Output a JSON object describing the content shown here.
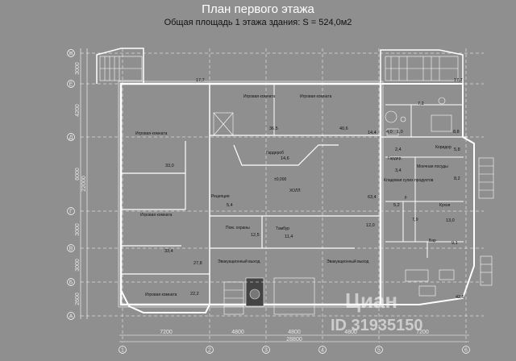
{
  "header": {
    "title": "План первого этажа",
    "subtitle": "Общая площадь  1 этажа здания: S = 524,0м2"
  },
  "axes": {
    "columns": [
      "1",
      "2",
      "3",
      "4",
      "5",
      "6"
    ],
    "rows": [
      "Ж",
      "Е",
      "Д",
      "Г",
      "В",
      "Б",
      "А"
    ]
  },
  "dimensions": {
    "bottom": [
      "7200",
      "4800",
      "4800",
      "4800",
      "7200"
    ],
    "bottom_total": "28800",
    "left": [
      "3000",
      "4200",
      "6000",
      "3000",
      "3000",
      "2600"
    ],
    "left_total": "22000"
  },
  "rooms": {
    "playroom_center1": "Игровая комната",
    "playroom_center2": "Игровая комната",
    "playroom_west1": "Игровая комната",
    "playroom_west2": "Игровая комната",
    "playroom_sw": "Игровая комната",
    "wardrobe": "Гардероб",
    "hall": "ХОЛЛ",
    "reception": "Рецепция",
    "security": "Пом. охраны",
    "vestibule": "Тамбур",
    "exit_left": "Эвакуационный выход",
    "exit_right": "Эвакуационный выход",
    "corridor": "Коридор",
    "dishwash": "Моечная посуды",
    "garderobe_small": "Гардер.",
    "dry_storage": "Кладовая сухих продуктов",
    "kitchen": "Кухня",
    "bar": "Бар",
    "level": "±0,000",
    "f_label": "F"
  },
  "areas": {
    "a17_7_left": "17,7",
    "a17_7_right": "17,7",
    "a36_5": "36,5",
    "a40_6": "40,6",
    "a14_4": "14,4",
    "a7_2": "7,2",
    "a4_0": "4,0",
    "a1_0": "1,0",
    "a8_8": "8,8",
    "a2_4": "2,4",
    "a5_8": "5,8",
    "a33_0": "33,0",
    "a14_6": "14,6",
    "a3_4": "3,4",
    "a8_2": "8,2",
    "a63_4": "63,4",
    "a5_4": "5,4",
    "a5_2": "5,2",
    "a12_0": "12,0",
    "a7_9": "7,9",
    "a13_0": "13,0",
    "a33_4": "33,4",
    "a12_5": "12,5",
    "a11_4": "11,4",
    "a9_1": "9,1",
    "a27_8": "27,8",
    "a22_2": "22,2",
    "a42_5": "42,5"
  },
  "watermark": {
    "brand": "Циан",
    "id": "ID 31935150"
  }
}
